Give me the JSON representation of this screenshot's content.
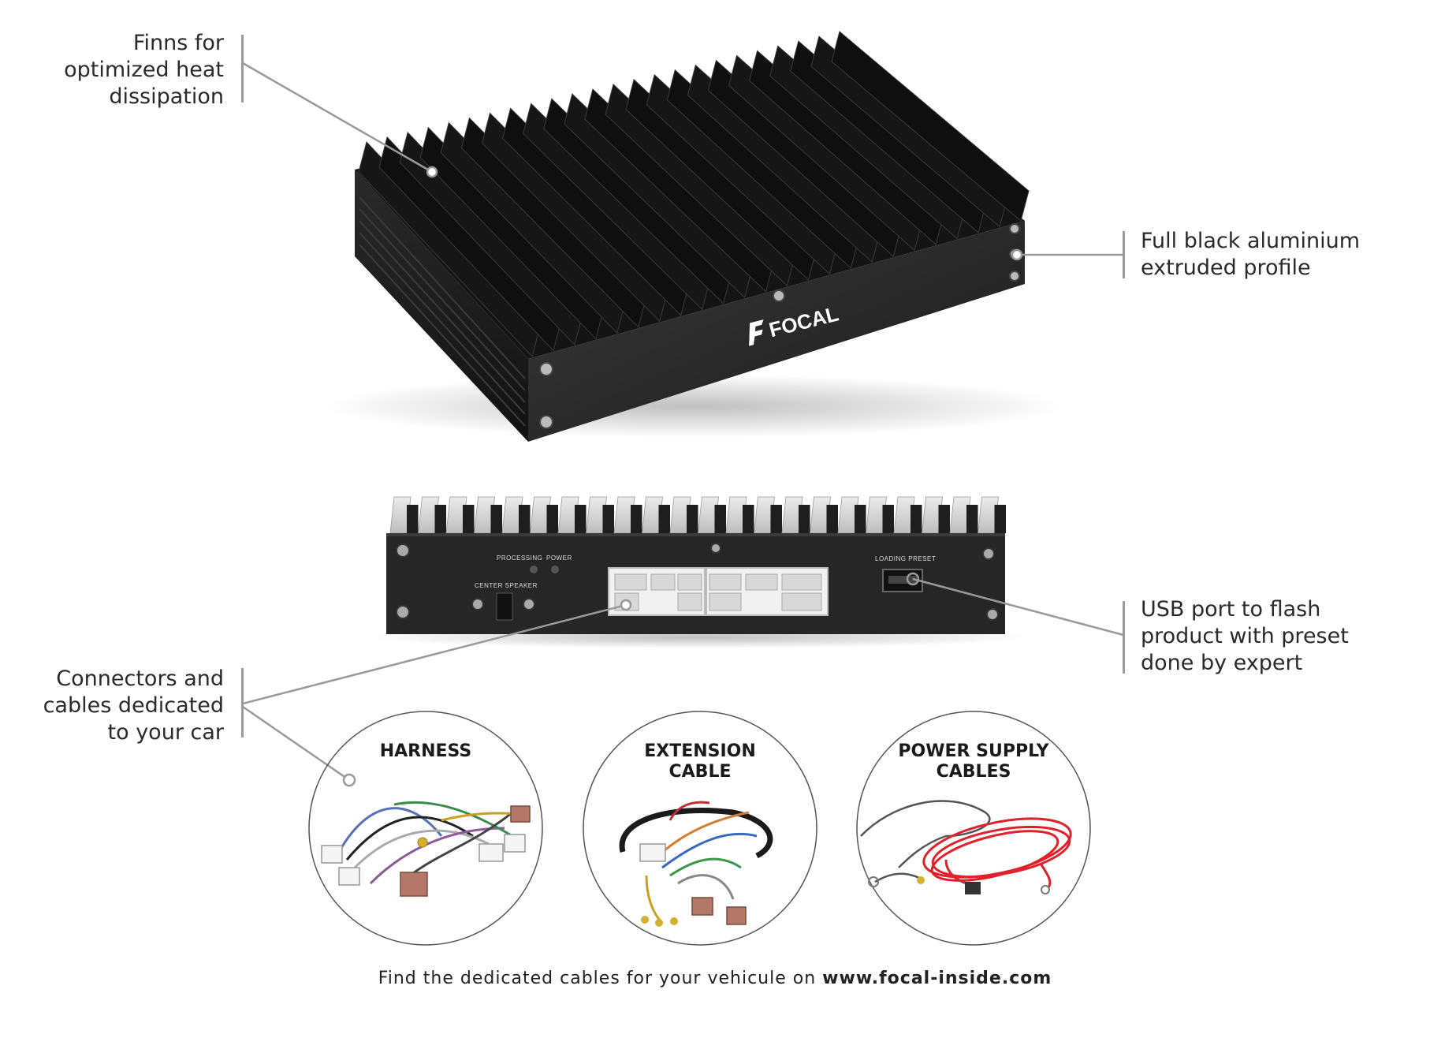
{
  "callouts": {
    "fins": {
      "lines": [
        "Finns for",
        "optimized heat",
        "dissipation"
      ]
    },
    "profile": {
      "lines": [
        "Full black aluminium",
        "extruded profile"
      ]
    },
    "usb": {
      "lines": [
        "USB port to flash",
        "product with preset",
        "done by expert"
      ]
    },
    "connectors": {
      "lines": [
        "Connectors and",
        "cables dedicated",
        "to your car"
      ]
    }
  },
  "device": {
    "brand": "FOCAL",
    "panel_labels": {
      "processing": "PROCESSING",
      "power": "POWER",
      "center_speaker": "CENTER SPEAKER",
      "loading_preset": "LOADING PRESET"
    }
  },
  "circles": [
    {
      "lines": [
        "HARNESS"
      ]
    },
    {
      "lines": [
        "EXTENSION",
        "CABLE"
      ]
    },
    {
      "lines": [
        "POWER SUPPLY",
        "CABLES"
      ]
    }
  ],
  "footer": {
    "text": "Find the dedicated cables for your vehicule on ",
    "link": "www.focal-inside.com"
  },
  "colors": {
    "leader_line": "#9a9a9a",
    "device_body": "#1c1c1c",
    "red_cable": "#e0202a"
  }
}
